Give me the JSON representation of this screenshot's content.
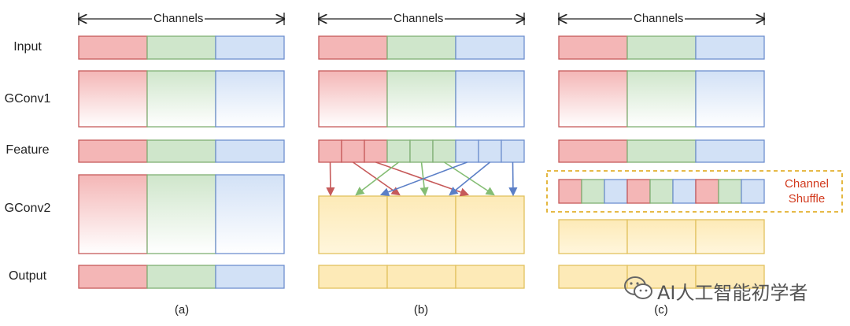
{
  "row_labels": {
    "input": "Input",
    "gconv1": "GConv1",
    "feature": "Feature",
    "gconv2": "GConv2",
    "output": "Output"
  },
  "channels_label": "Channels",
  "captions": {
    "a": "(a)",
    "b": "(b)",
    "c": "(c)"
  },
  "shuffle_label": {
    "line1": "Channel",
    "line2": "Shuffle"
  },
  "watermark": "AI人工智能初学者",
  "colors": {
    "red": "#f4b6b6",
    "red_stroke": "#c65a5a",
    "green": "#cfe6cb",
    "green_stroke": "#7fb074",
    "blue": "#d2e1f6",
    "blue_stroke": "#6e8fcf",
    "yellow": "#fdeab7",
    "yellow_stroke": "#e2c15e",
    "arrow_red": "#c65a5a",
    "arrow_green": "#84bd73",
    "arrow_blue": "#5b7fc7",
    "shuffle_border": "#e2b12e",
    "shuffle_text": "#d23b1f"
  }
}
